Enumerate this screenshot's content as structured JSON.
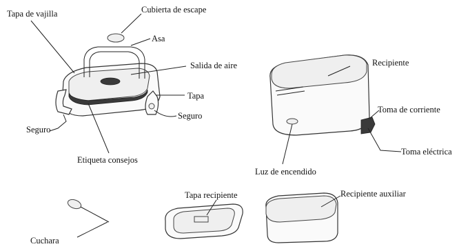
{
  "labels": {
    "tapa_vajilla": "Tapa de vajilla",
    "cubierta_escape": "Cubierta de escape",
    "asa": "Asa",
    "salida_aire": "Salida de aire",
    "tapa": "Tapa",
    "seguro_right": "Seguro",
    "seguro_left": "Seguro",
    "etiqueta": "Etiqueta consejos",
    "recipiente": "Recipiente",
    "toma_corriente": "Toma de corriente",
    "toma_electrica": "Toma eléctrica",
    "luz": "Luz de encendido",
    "tapa_recipiente": "Tapa recipiente",
    "recipiente_aux": "Recipiente auxiliar",
    "cuchara": "Cuchara"
  }
}
